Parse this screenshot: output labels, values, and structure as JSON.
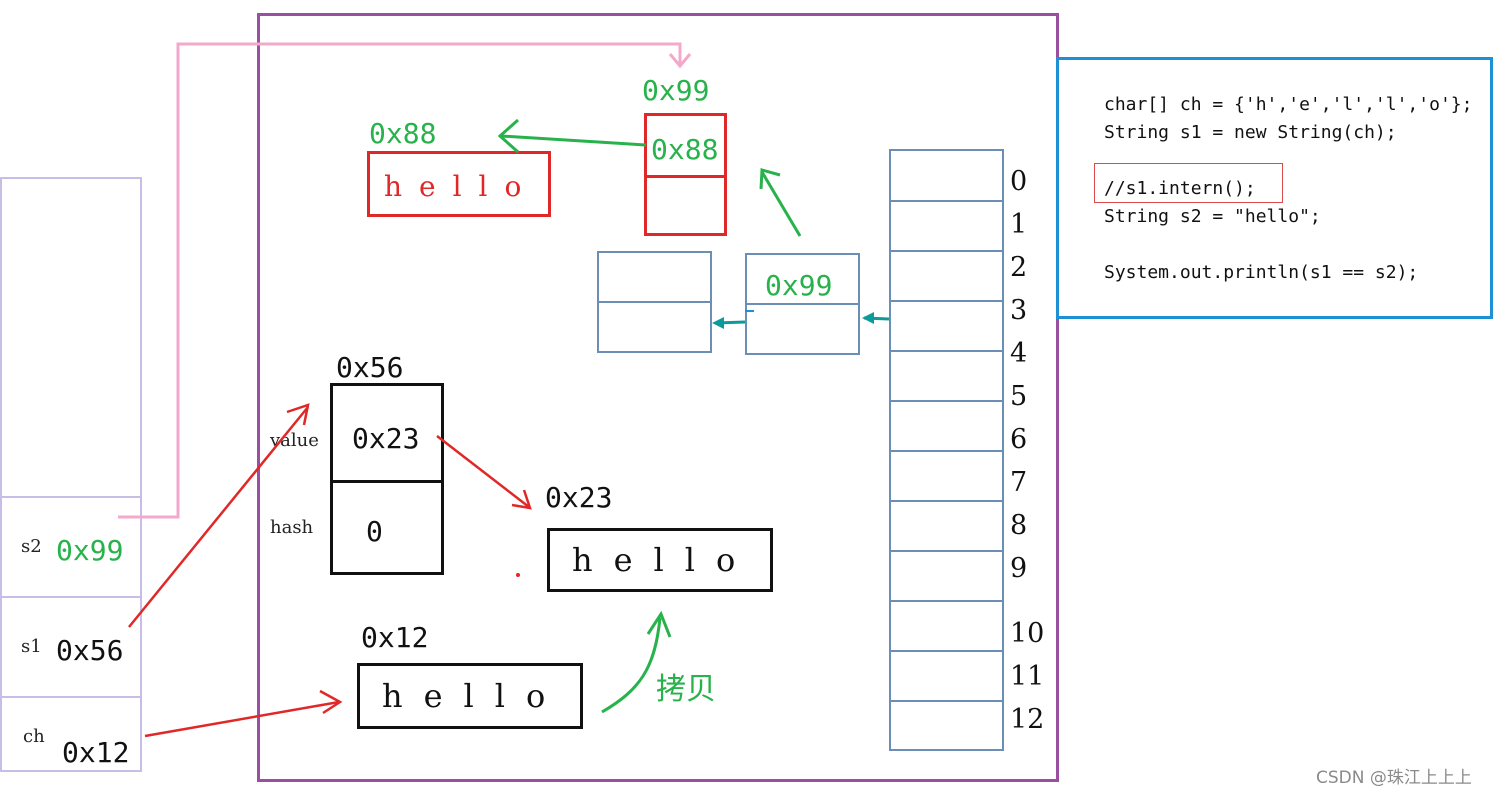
{
  "colors": {
    "heap_border": "#9b4fa0",
    "code_border": "#1e90d6",
    "stack_border": "#c8bde6",
    "red": "#e02828",
    "green": "#28b24b",
    "teal": "#0f9a9a",
    "pink": "#f3a8cc",
    "pool_blue": "#6a8eb5"
  },
  "stack": {
    "vars": [
      {
        "name": "s2",
        "value": "0x99"
      },
      {
        "name": "s1",
        "value": "0x56"
      },
      {
        "name": "ch",
        "value": "0x12"
      }
    ]
  },
  "heap": {
    "copy_label": "拷贝",
    "string_obj": {
      "address": "0x56",
      "fields": [
        {
          "name": "value",
          "value": "0x23"
        },
        {
          "name": "hash",
          "value": "0"
        }
      ]
    },
    "char_array_copy": {
      "address": "0x23",
      "content": "hello"
    },
    "char_array_orig": {
      "address": "0x12",
      "content": "hello"
    },
    "pooled_array": {
      "address": "0x88",
      "content": "hello"
    },
    "pooled_string": {
      "address": "0x99",
      "first_cell": "0x88"
    },
    "pool_node": {
      "value": "0x99"
    },
    "pool_table": {
      "indices": [
        "0",
        "1",
        "2",
        "3",
        "4",
        "5",
        "6",
        "7",
        "8",
        "9",
        "10",
        "11",
        "12"
      ]
    }
  },
  "code": {
    "lines": [
      "char[] ch = {'h','e','l','l','o'};",
      "String s1 = new String(ch);",
      "",
      "//s1.intern();",
      "String s2 = \"hello\";",
      "",
      "System.out.println(s1 == s2);"
    ]
  },
  "watermark": "CSDN @珠江上上上"
}
